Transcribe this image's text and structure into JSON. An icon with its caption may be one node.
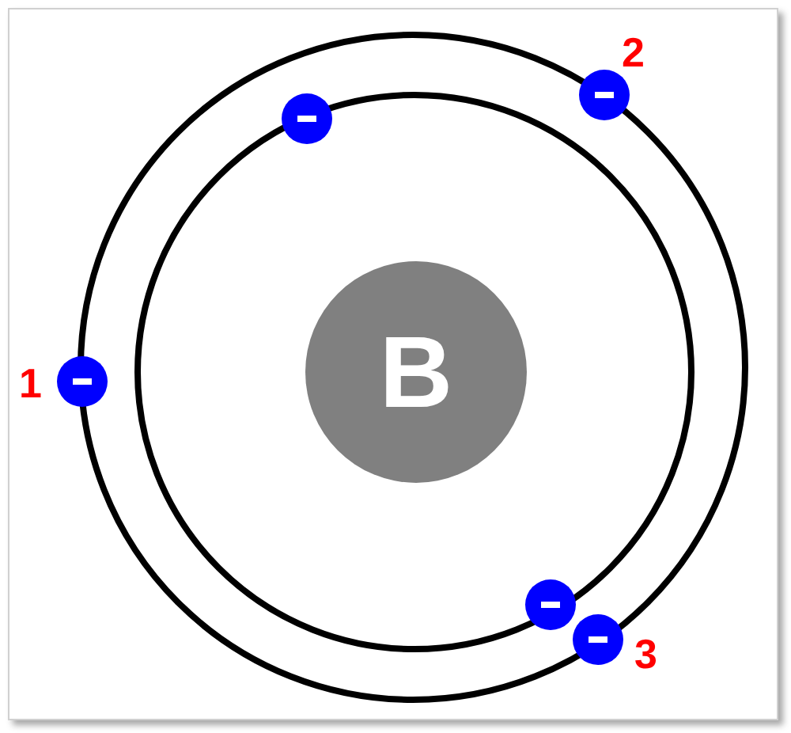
{
  "diagram": {
    "nodes": [
      {
        "text": [
          "B"
        ]
      },
      {
        "text": [],
        "shape": "circle"
      },
      {
        "text": [],
        "shape": "circle"
      },
      {
        "text": [],
        "shape": "circle"
      },
      {
        "text": [],
        "shape": "circle"
      },
      {
        "text": [],
        "shape": "circle"
      }
    ],
    "edges": [],
    "labels": [
      "2",
      "1",
      "3"
    ]
  }
}
